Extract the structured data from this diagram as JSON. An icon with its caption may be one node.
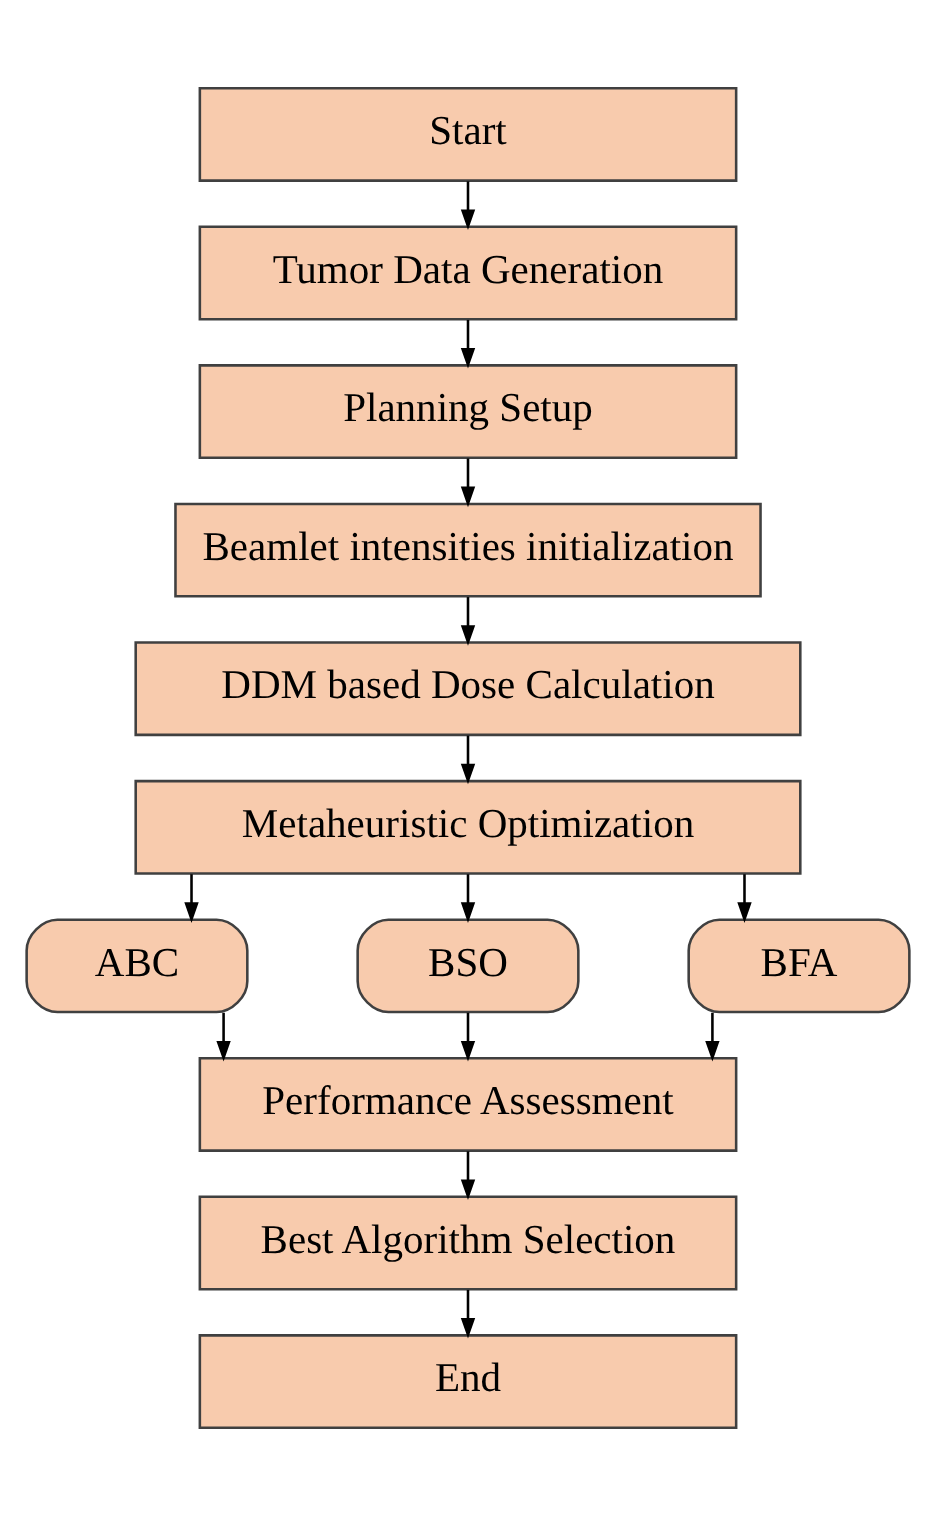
{
  "diagram": {
    "nodes": [
      {
        "text": [
          "Start"
        ]
      },
      {
        "text": [
          "Tumor Data Generation"
        ]
      },
      {
        "text": [
          "Planning Setup"
        ]
      },
      {
        "text": [
          "Beamlet intensities initialization"
        ]
      },
      {
        "text": [
          "DDM based Dose Calculation"
        ]
      },
      {
        "text": [
          "Metaheuristic Optimization"
        ]
      },
      {
        "text": [
          "ABC"
        ]
      },
      {
        "text": [
          "BSO"
        ]
      },
      {
        "text": [
          "BFA"
        ]
      },
      {
        "text": [
          "Performance Assessment"
        ]
      },
      {
        "text": [
          "Best Algorithm Selection"
        ]
      },
      {
        "text": [
          "End"
        ]
      }
    ],
    "edges": [
      {
        "from": 0,
        "to": 1,
        "arrow": "to"
      },
      {
        "from": 1,
        "to": 2,
        "arrow": "to"
      },
      {
        "from": 2,
        "to": 3,
        "arrow": "to"
      },
      {
        "from": 3,
        "to": 4,
        "arrow": "to"
      },
      {
        "from": 4,
        "to": 5,
        "arrow": "to"
      },
      {
        "from": 5,
        "to": 6,
        "arrow": "to"
      },
      {
        "from": 5,
        "to": 7,
        "arrow": "to"
      },
      {
        "from": 5,
        "to": 8,
        "arrow": "to"
      },
      {
        "from": 6,
        "to": 9,
        "arrow": "to"
      },
      {
        "from": 7,
        "to": 9,
        "arrow": "to"
      },
      {
        "from": 8,
        "to": 9,
        "arrow": "to"
      },
      {
        "from": 9,
        "to": 10,
        "arrow": "to"
      },
      {
        "from": 10,
        "to": 11,
        "arrow": "to"
      }
    ]
  }
}
